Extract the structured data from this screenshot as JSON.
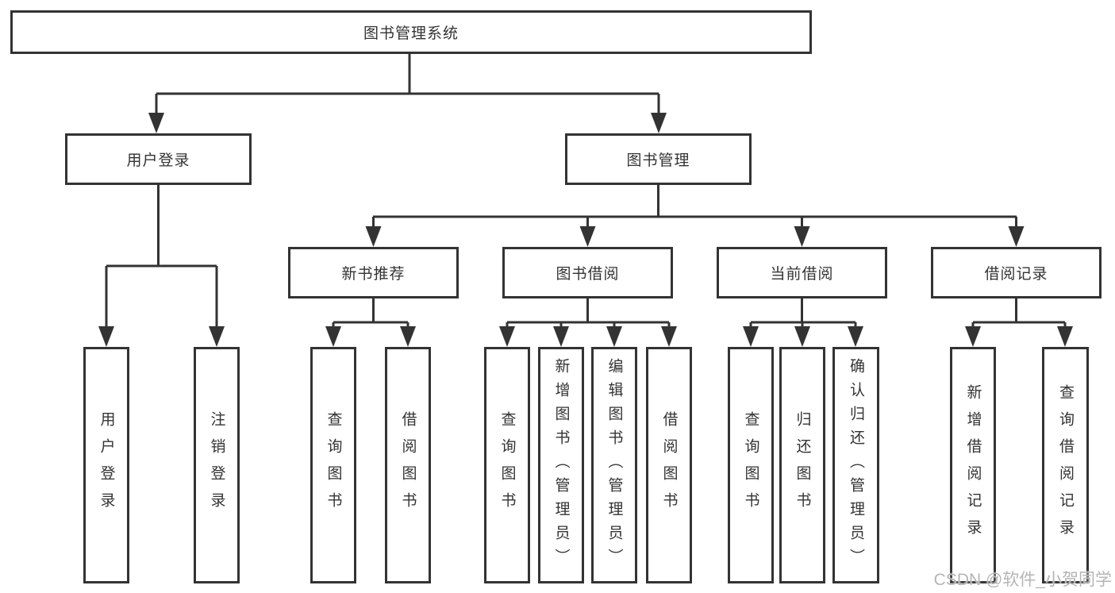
{
  "diagram": {
    "tree": {
      "label": "图书管理系统",
      "children": [
        {
          "label": "用户登录",
          "children": [
            {
              "label": "用户登录"
            },
            {
              "label": "注销登录"
            }
          ]
        },
        {
          "label": "图书管理",
          "children": [
            {
              "label": "新书推荐",
              "children": [
                {
                  "label": "查询图书"
                },
                {
                  "label": "借阅图书"
                }
              ]
            },
            {
              "label": "图书借阅",
              "children": [
                {
                  "label": "查询图书"
                },
                {
                  "label": "新增图书（管理员）"
                },
                {
                  "label": "编辑图书（管理员）"
                },
                {
                  "label": "借阅图书"
                }
              ]
            },
            {
              "label": "当前借阅",
              "children": [
                {
                  "label": "查询图书"
                },
                {
                  "label": "归还图书"
                },
                {
                  "label": "确认归还（管理员）"
                }
              ]
            },
            {
              "label": "借阅记录",
              "children": [
                {
                  "label": "新增借阅记录"
                },
                {
                  "label": "查询借阅记录"
                }
              ]
            }
          ]
        }
      ]
    }
  },
  "watermark": {
    "text": "CSDN @软件_小贺同学"
  },
  "colors": {
    "line": "#333333",
    "text": "#333333",
    "box_background": "#ffffff",
    "page_background": "#ffffff",
    "watermark": "#b5b5b5"
  }
}
